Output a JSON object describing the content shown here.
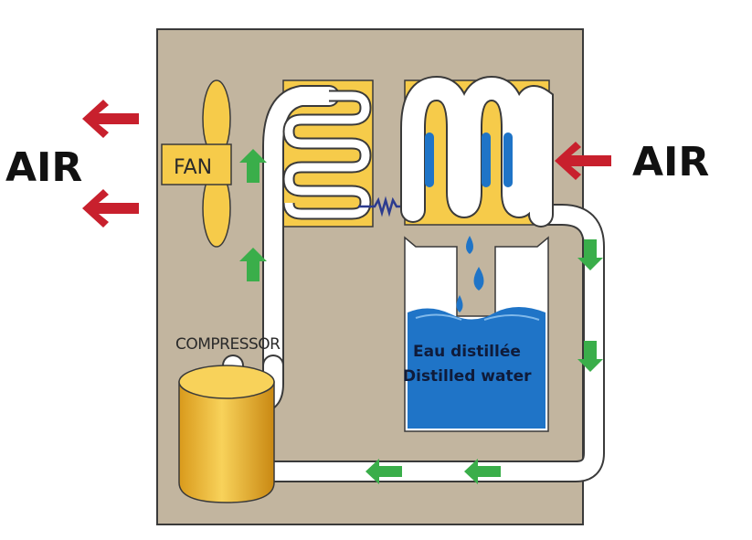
{
  "labels": {
    "air_left": "AIR",
    "air_right": "AIR",
    "fan": "FAN",
    "compressor": "COMPRESSOR",
    "water_fr": "Eau distillée",
    "water_en": "Distilled water"
  },
  "colors": {
    "cabinet": "#c2b59f",
    "outline": "#3a3a3a",
    "yellow": "#f6cb4a",
    "tube": "#ffffff",
    "water": "#1f74c7",
    "air_arrow": "#c8202d",
    "flow_arrow": "#3aae4a"
  },
  "icons": [
    "fan-icon",
    "compressor-icon",
    "condenser-coil-icon",
    "evaporator-coil-icon",
    "water-tank-icon",
    "water-drop-icon",
    "red-arrow-icon",
    "green-arrow-icon"
  ]
}
